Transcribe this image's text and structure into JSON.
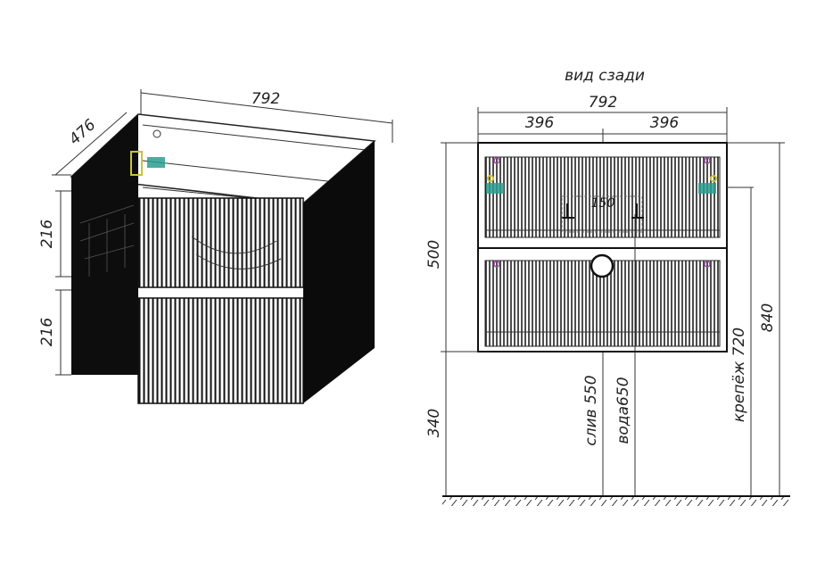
{
  "left_view": {
    "width": "792",
    "depth": "476",
    "drawer_top": "216",
    "drawer_bottom": "216"
  },
  "right_view": {
    "title": "вид сзади",
    "total_width": "792",
    "half_left": "396",
    "half_right": "396",
    "center_spacing": "150",
    "height": "500",
    "floor_offset": "340",
    "drain": "слив 550",
    "water": "вода650",
    "mount": "крепёж 720",
    "total_height": "840"
  },
  "colors": {
    "body": "#111111",
    "accent_teal": "#2a9d8f",
    "accent_yellow": "#c9c23a",
    "accent_magenta": "#a14aa8"
  }
}
